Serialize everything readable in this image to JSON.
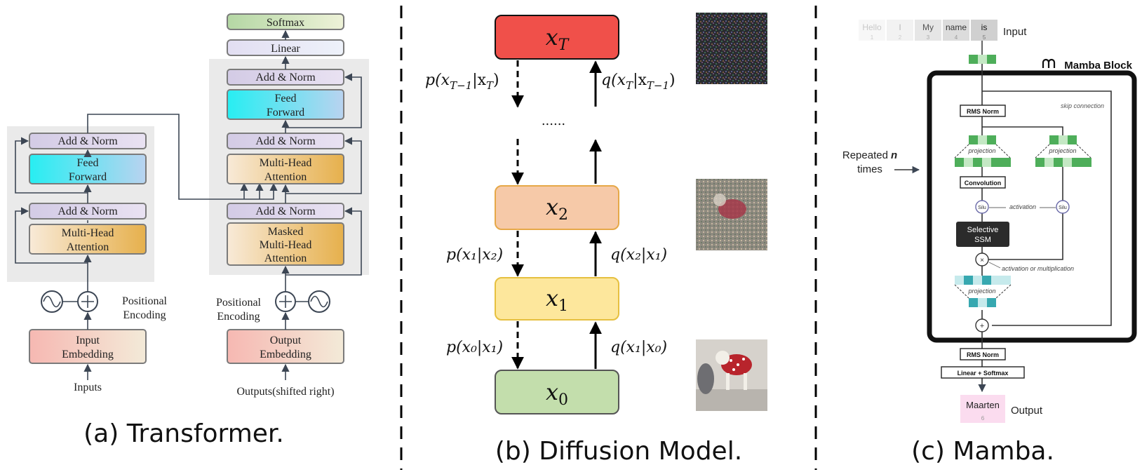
{
  "panels": {
    "transformer": {
      "caption": "(a) Transformer.",
      "encoder": {
        "add_norm_1": "Add & Norm",
        "feed_forward": [
          "Feed",
          "Forward"
        ],
        "add_norm_2": "Add & Norm",
        "mha": [
          "Multi-Head",
          "Attention"
        ],
        "pos_enc": [
          "Positional",
          "Encoding"
        ],
        "embedding": [
          "Input",
          "Embedding"
        ],
        "inputs": "Inputs"
      },
      "decoder": {
        "softmax": "Softmax",
        "linear": "Linear",
        "add_norm_top": "Add & Norm",
        "feed_forward": [
          "Feed",
          "Forward"
        ],
        "add_norm_mid": "Add & Norm",
        "mha": [
          "Multi-Head",
          "Attention"
        ],
        "add_norm_bot": "Add & Norm",
        "masked_mha": [
          "Masked",
          "Multi-Head",
          "Attention"
        ],
        "pos_enc": [
          "Positional",
          "Encoding"
        ],
        "embedding": [
          "Output",
          "Embedding"
        ],
        "outputs": "Outputs(shifted right)"
      }
    },
    "diffusion": {
      "caption": "(b) Diffusion Model.",
      "states": {
        "xT": {
          "base": "x",
          "sub": "T"
        },
        "x2": {
          "base": "x",
          "sub": "2"
        },
        "x1": {
          "base": "x",
          "sub": "1"
        },
        "x0": {
          "base": "x",
          "sub": "0"
        }
      },
      "ellipsis": "......",
      "labels": {
        "p_T": "p(x",
        "q_T": "q(x",
        "p_1": "p(x₁|x₂)",
        "q_2": "q(x₂|x₁)",
        "p_0": "p(x₀|x₁)",
        "q_1": "q(x₁|x₀)"
      },
      "colors": {
        "xT": "#f0504a",
        "x2": "#f6c9a8",
        "x1": "#fde79c",
        "x0": "#c3deac"
      }
    },
    "mamba": {
      "caption": "(c) Mamba.",
      "tokens": [
        {
          "text": "Hello",
          "idx": "1"
        },
        {
          "text": "I",
          "idx": "2"
        },
        {
          "text": "My",
          "idx": "3"
        },
        {
          "text": "name",
          "idx": "4"
        },
        {
          "text": "is",
          "idx": "5"
        }
      ],
      "input_label": "Input",
      "block_title": "Mamba Block",
      "repeated": [
        "Repeated",
        "n",
        "times"
      ],
      "skip": "skip connection",
      "rms_norm": "RMS Norm",
      "projection": "projection",
      "convolution": "Convolution",
      "silu": "Silu",
      "activation": "activation",
      "ssm": [
        "Selective",
        "SSM"
      ],
      "act_mult": "activation or multiplication",
      "rms_norm_out": "RMS Norm",
      "linear_softmax": "Linear + Softmax",
      "output_token": {
        "text": "Maarten",
        "idx": "6"
      },
      "output_label": "Output"
    }
  }
}
